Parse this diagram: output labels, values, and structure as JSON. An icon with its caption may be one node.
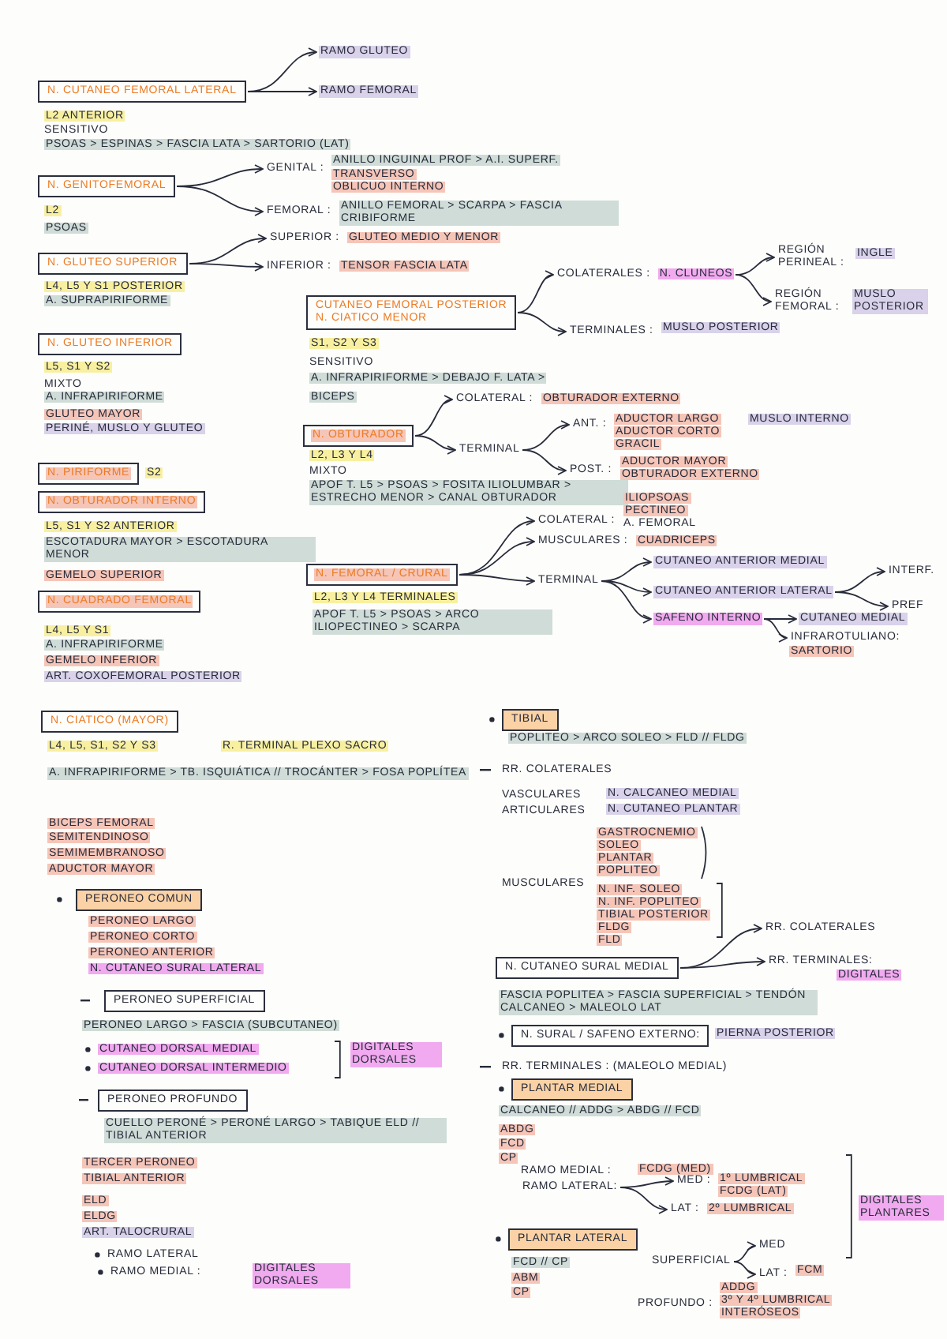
{
  "diagram": {
    "nodes": [
      {
        "text": [
          "N. CUTANEO FEMORAL LATERAL"
        ],
        "beside": [
          "L2 ANTERIOR",
          "SENSITIVO",
          "PSOAS > ESPINAS > FASCIA LATA > SARTORIO (LAT)"
        ]
      },
      {
        "text": [
          "RAMO GLUTEO"
        ]
      },
      {
        "text": [
          "RAMO FEMORAL"
        ]
      },
      {
        "text": [
          "N. GENITOFEMORAL"
        ],
        "beside": [
          "L2",
          "PSOAS"
        ]
      },
      {
        "text": [
          "GENITAL :"
        ],
        "beside": [
          "ANILLO INGUINAL PROF > A.I. SUPERF.",
          "TRANSVERSO",
          "OBLICUO INTERNO"
        ]
      },
      {
        "text": [
          "FEMORAL :"
        ],
        "beside": [
          "ANILLO FEMORAL > SCARPA > FASCIA CRIBIFORME"
        ]
      },
      {
        "text": [
          "N. GLUTEO SUPERIOR"
        ],
        "beside": [
          "L4, L5 Y S1 POSTERIOR",
          "A. SUPRAPIRIFORME"
        ]
      },
      {
        "text": [
          "SUPERIOR :"
        ],
        "beside": [
          "GLUTEO MEDIO Y MENOR"
        ]
      },
      {
        "text": [
          "INFERIOR :"
        ],
        "beside": [
          "TENSOR FASCIA LATA"
        ]
      },
      {
        "text": [
          "N. GLUTEO INFERIOR"
        ],
        "beside": [
          "L5, S1 Y S2",
          "MIXTO",
          "A. INFRAPIRIFORME",
          "GLUTEO MAYOR",
          "PERINÉ, MUSLO Y GLUTEO"
        ]
      },
      {
        "text": [
          "N. PIRIFORME"
        ],
        "beside": [
          "S2"
        ]
      },
      {
        "text": [
          "N. OBTURADOR INTERNO"
        ],
        "beside": [
          "L5, S1 Y S2 ANTERIOR",
          "ESCOTADURA MAYOR > ESCOTADURA MENOR",
          "GEMELO SUPERIOR"
        ]
      },
      {
        "text": [
          "N. CUADRADO FEMORAL"
        ],
        "beside": [
          "L4, L5 Y S1",
          "A. INFRAPIRIFORME",
          "GEMELO INFERIOR",
          "ART. COXOFEMORAL POSTERIOR"
        ]
      },
      {
        "text": [
          "CUTANEO FEMORAL POSTERIOR",
          "N. CIATICO MENOR"
        ],
        "beside": [
          "S1, S2 Y S3",
          "SENSITIVO",
          "A. INFRAPIRIFORME > DEBAJO F. LATA >",
          "BICEPS"
        ]
      },
      {
        "text": [
          "COLATERALES :",
          "N. CLUNEOS"
        ]
      },
      {
        "text": [
          "REGIÓN PERINEAL :"
        ],
        "beside": [
          "INGLE"
        ]
      },
      {
        "text": [
          "REGIÓN FEMORAL :"
        ],
        "beside": [
          "MUSLO POSTERIOR"
        ]
      },
      {
        "text": [
          "TERMINALES :"
        ],
        "beside": [
          "MUSLO POSTERIOR"
        ]
      },
      {
        "text": [
          "N. OBTURADOR"
        ],
        "beside": [
          "L2, L3 Y L4",
          "MIXTO",
          "APOF T. L5 > PSOAS > FOSITA ILIOLUMBAR > ESTRECHO MENOR > CANAL OBTURADOR"
        ]
      },
      {
        "text": [
          "COLATERAL :"
        ],
        "beside": [
          "OBTURADOR EXTERNO"
        ]
      },
      {
        "text": [
          "TERMINAL"
        ]
      },
      {
        "text": [
          "ANT. :"
        ],
        "beside": [
          "ADUCTOR LARGO",
          "ADUCTOR CORTO",
          "GRACIL",
          "MUSLO INTERNO"
        ]
      },
      {
        "text": [
          "POST. :"
        ],
        "beside": [
          "ADUCTOR MAYOR",
          "OBTURADOR EXTERNO"
        ]
      },
      {
        "text": [
          "N. FEMORAL / CRURAL"
        ],
        "beside": [
          "L2, L3 Y L4 TERMINALES",
          "APOF T. L5 > PSOAS > ARCO ILIOPECTINEO > SCARPA"
        ]
      },
      {
        "text": [
          "COLATERAL :"
        ],
        "beside": [
          "ILIOPSOAS",
          "PECTINEO",
          "A. FEMORAL"
        ]
      },
      {
        "text": [
          "MUSCULARES :"
        ],
        "beside": [
          "CUADRICEPS"
        ]
      },
      {
        "text": [
          "TERMINAL"
        ]
      },
      {
        "text": [
          "CUTANEO ANTERIOR MEDIAL"
        ]
      },
      {
        "text": [
          "CUTANEO ANTERIOR LATERAL"
        ]
      },
      {
        "text": [
          "INTERF."
        ]
      },
      {
        "text": [
          "PREF"
        ]
      },
      {
        "text": [
          "SAFENO INTERNO"
        ]
      },
      {
        "text": [
          "CUTANEO MEDIAL"
        ]
      },
      {
        "text": [
          "INFRAROTULIANO:"
        ],
        "beside": [
          "SARTORIO"
        ]
      },
      {
        "text": [
          "N. CIATICO (MAYOR)"
        ],
        "beside": [
          "L4, L5, S1, S2 Y S3",
          "R. TERMINAL PLEXO SACRO",
          "A. INFRAPIRIFORME > TB. ISQUIÁTICA // TROCÁNTER > FOSA POPLÍTEA",
          "BICEPS FEMORAL",
          "SEMITENDINOSO",
          "SEMIMEMBRANOSO",
          "ADUCTOR MAYOR"
        ]
      },
      {
        "text": [
          "PERONEO COMUN"
        ],
        "beside": [
          "PERONEO LARGO",
          "PERONEO CORTO",
          "PERONEO ANTERIOR",
          "N. CUTANEO SURAL LATERAL"
        ]
      },
      {
        "text": [
          "PERONEO SUPERFICIAL"
        ],
        "beside": [
          "PERONEO LARGO > FASCIA (SUBCUTANEO)",
          "CUTANEO DORSAL MEDIAL",
          "CUTANEO DORSAL INTERMEDIO",
          "DIGITALES DORSALES"
        ]
      },
      {
        "text": [
          "PERONEO PROFUNDO"
        ],
        "beside": [
          "CUELLO PERONÉ > PERONÉ LARGO > TABIQUE ELD // TIBIAL ANTERIOR",
          "TERCER PERONEO",
          "TIBIAL ANTERIOR",
          "ELD",
          "ELDG",
          "ART. TALOCRURAL",
          "RAMO LATERAL",
          "RAMO MEDIAL :"
        ]
      },
      {
        "text": [
          "TIBIAL"
        ],
        "beside": [
          "POPLITEO > ARCO SOLEO > FLD // FLDG"
        ]
      },
      {
        "text": [
          "N. CUTANEO SURAL MEDIAL"
        ],
        "beside": [
          "FASCIA POPLITEA > FASCIA SUPERFICIAL > TENDÓN CALCANEO > MALEOLO LAT"
        ]
      },
      {
        "text": [
          "RR. COLATERALES"
        ]
      },
      {
        "text": [
          "RR. TERMINALES:"
        ],
        "beside": [
          "DIGITALES"
        ]
      },
      {
        "text": [
          "N. SURAL / SAFENO EXTERNO:"
        ],
        "beside": [
          "PIERNA POSTERIOR"
        ]
      },
      {
        "text": [
          "PLANTAR MEDIAL"
        ],
        "beside": [
          "CALCANEO // ADDG > ABDG // FCD",
          "ABDG",
          "FCD",
          "CP"
        ]
      },
      {
        "text": [
          "RAMO LATERAL:"
        ]
      },
      {
        "text": [
          "MED :"
        ],
        "beside": [
          "1º LUMBRICAL",
          "FCDG (LAT)"
        ]
      },
      {
        "text": [
          "LAT :"
        ],
        "beside": [
          "2º LUMBRICAL"
        ]
      },
      {
        "text": [
          "PLANTAR LATERAL"
        ],
        "beside": [
          "FCD // CP",
          "ABM",
          "CP"
        ]
      },
      {
        "text": [
          "SUPERFICIAL"
        ]
      },
      {
        "text": [
          "MED"
        ]
      },
      {
        "text": [
          "LAT :"
        ],
        "beside": [
          "FCM"
        ]
      }
    ],
    "edges": [
      {
        "from": 0,
        "to": 1,
        "arrow": "to"
      },
      {
        "from": 0,
        "to": 2,
        "arrow": "to"
      },
      {
        "from": 3,
        "to": 4,
        "arrow": "to"
      },
      {
        "from": 3,
        "to": 5,
        "arrow": "to"
      },
      {
        "from": 6,
        "to": 7,
        "arrow": "to"
      },
      {
        "from": 6,
        "to": 8,
        "arrow": "to"
      },
      {
        "from": 13,
        "to": 14,
        "arrow": "to"
      },
      {
        "from": 13,
        "to": 17,
        "arrow": "to"
      },
      {
        "from": 14,
        "to": 15,
        "arrow": "to"
      },
      {
        "from": 14,
        "to": 16,
        "arrow": "to"
      },
      {
        "from": 18,
        "to": 19,
        "arrow": "to"
      },
      {
        "from": 18,
        "to": 20,
        "arrow": "to"
      },
      {
        "from": 20,
        "to": 21,
        "arrow": "to"
      },
      {
        "from": 20,
        "to": 22,
        "arrow": "to"
      },
      {
        "from": 23,
        "to": 24,
        "arrow": "to"
      },
      {
        "from": 23,
        "to": 25,
        "arrow": "to"
      },
      {
        "from": 23,
        "to": 26,
        "arrow": "to"
      },
      {
        "from": 26,
        "to": 27,
        "arrow": "to"
      },
      {
        "from": 26,
        "to": 28,
        "arrow": "to"
      },
      {
        "from": 26,
        "to": 31,
        "arrow": "to"
      },
      {
        "from": 28,
        "to": 29,
        "arrow": "to"
      },
      {
        "from": 28,
        "to": 30,
        "arrow": "to"
      },
      {
        "from": 31,
        "to": 32,
        "arrow": "to"
      },
      {
        "from": 31,
        "to": 33,
        "arrow": "to"
      },
      {
        "from": 39,
        "to": 40,
        "arrow": "to"
      },
      {
        "from": 39,
        "to": 41,
        "arrow": "to"
      },
      {
        "from": 44,
        "to": 45,
        "arrow": "to"
      },
      {
        "from": 44,
        "to": 46,
        "arrow": "to"
      },
      {
        "from": 48,
        "to": 49,
        "arrow": "to"
      },
      {
        "from": 48,
        "to": 50,
        "arrow": "to"
      }
    ],
    "labels": [
      "DIGITALES DORSALES",
      "RR. COLATERALES",
      "VASCULARES",
      "ARTICULARES",
      "N. CALCANEO MEDIAL",
      "N. CUTANEO PLANTAR",
      "GASTROCNEMIO",
      "SOLEO",
      "PLANTAR",
      "POPLITEO",
      "MUSCULARES",
      "N. INF. SOLEO",
      "N. INF. POPLITEO",
      "TIBIAL POSTERIOR",
      "FLDG",
      "FLD",
      "RR. TERMINALES : (MALEOLO MEDIAL)",
      "RAMO MEDIAL :",
      "FCDG (MED)",
      "DIGITALES PLANTARES",
      "PROFUNDO :",
      "ADDG",
      "3º Y 4º LUMBRICAL",
      "INTERÓSEOS"
    ]
  }
}
